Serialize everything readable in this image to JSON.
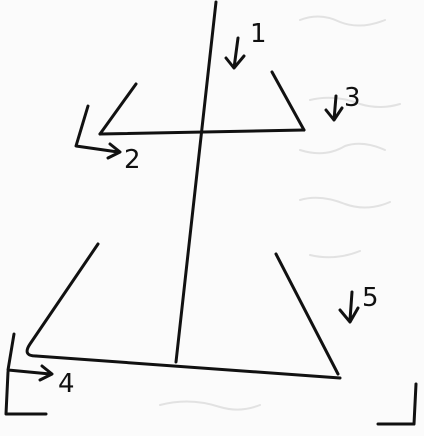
{
  "diagram": {
    "labels": {
      "one": "1",
      "two": "2",
      "three": "3",
      "four": "4",
      "five": "5"
    }
  }
}
